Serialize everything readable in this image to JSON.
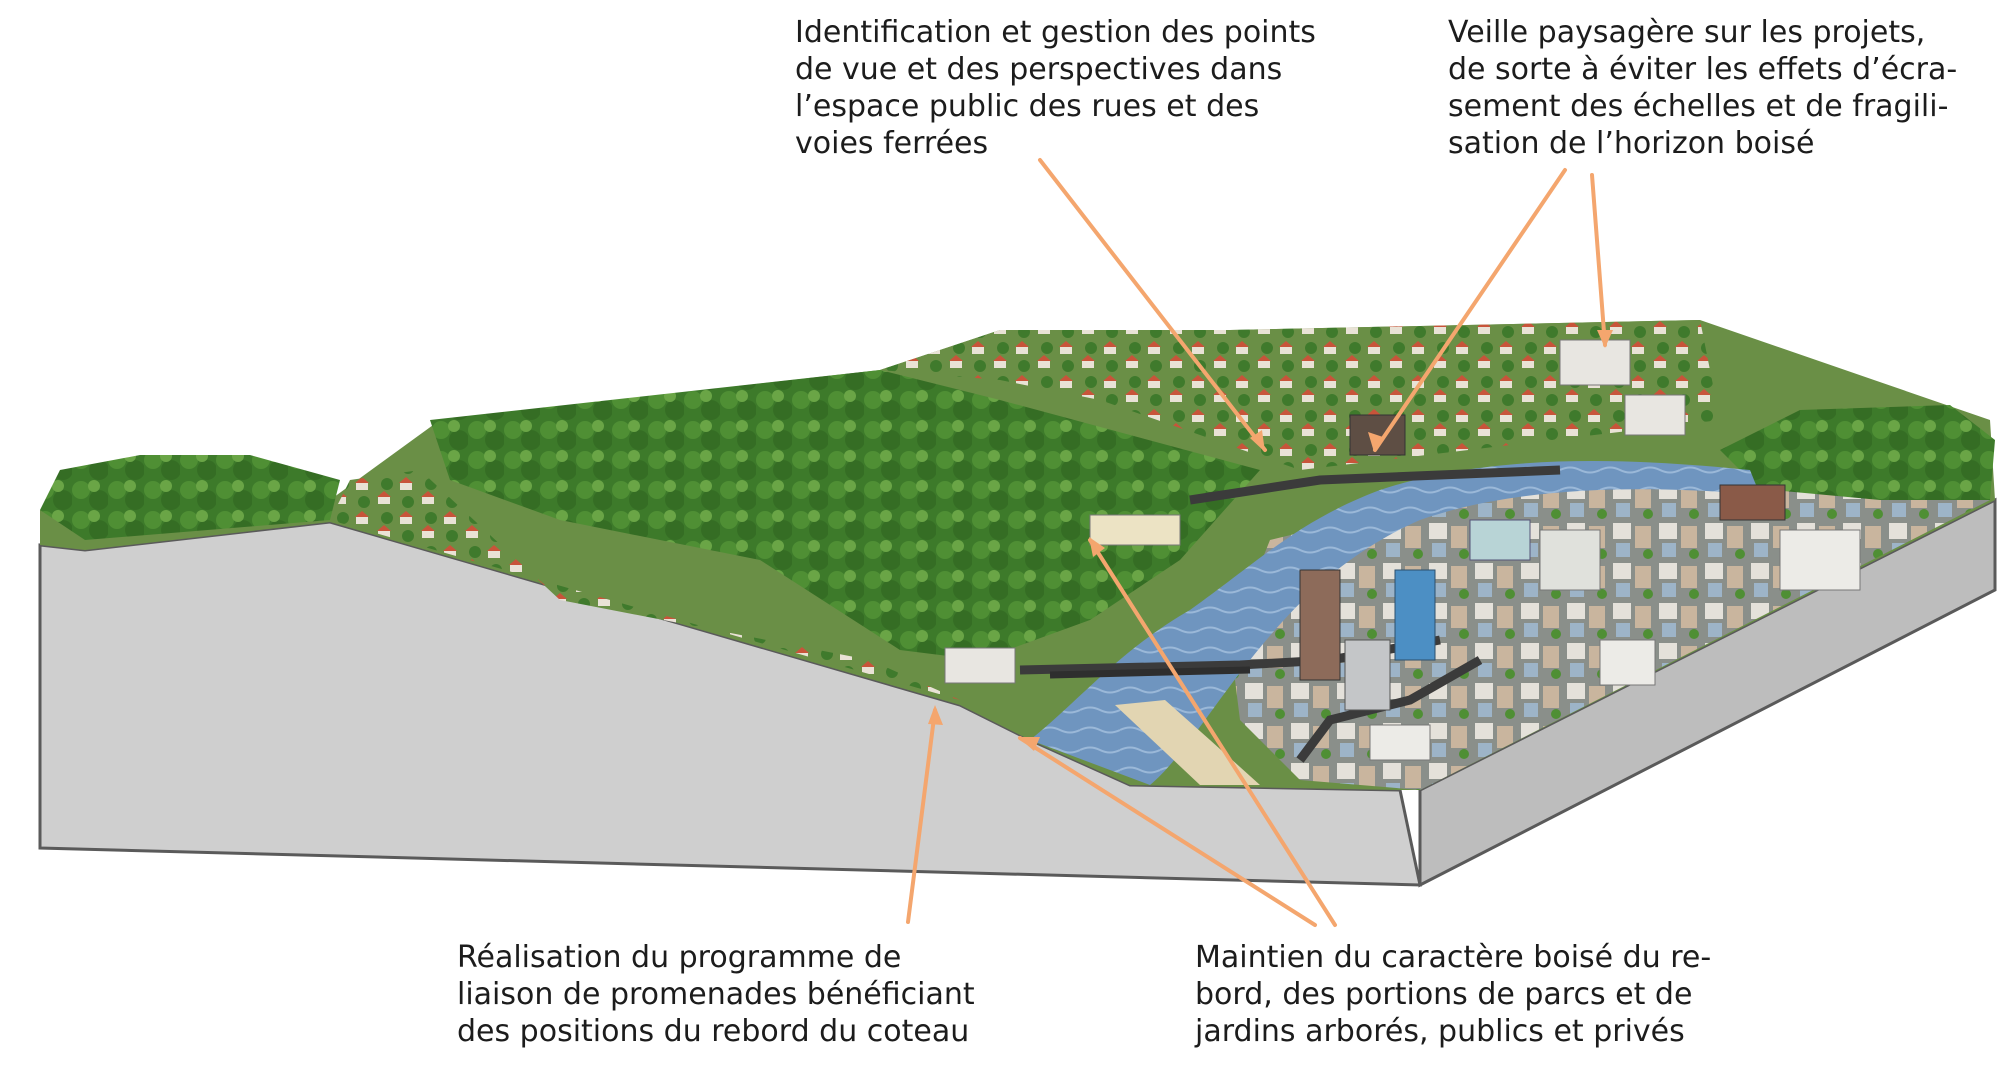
{
  "annotations": {
    "views": "Identification et gestion des points\nde vue et des perspectives dans\nl’espace public des rues et des\nvoies ferrées",
    "watch": "Veille paysagère sur les projets,\nde sorte à éviter les effets d’écra-\nsement des échelles et de fragili-\nsation de l’horizon boisé",
    "promenade": "Réalisation du programme de\nliaison de promenades bénéficiant\ndes positions du rebord du coteau",
    "wooded": "Maintien du caractère boisé du re-\nbord, des portions de parcs et de\njardins arborés, publics et privés"
  },
  "colors": {
    "arrow": "#f4a66e",
    "forest": "#3f7a2c",
    "forest_light": "#5f9a3e",
    "block_side": "#d5d5d5",
    "block_front": "#c7c7c7",
    "river": "#6f95bf",
    "roof": "#c8543a",
    "road": "#3b3b3b"
  }
}
